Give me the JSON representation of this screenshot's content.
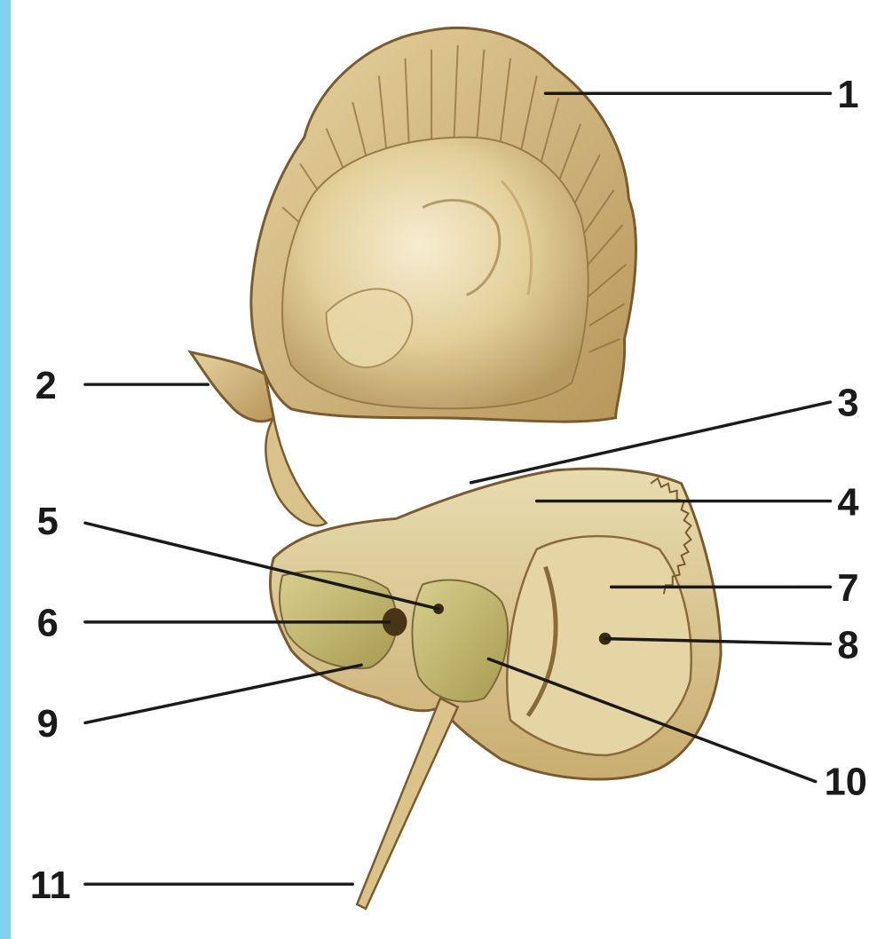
{
  "labels": {
    "l1": "1",
    "l2": "2",
    "l3": "3",
    "l4": "4",
    "l5": "5",
    "l6": "6",
    "l7": "7",
    "l8": "8",
    "l9": "9",
    "l10": "10",
    "l11": "11"
  },
  "colors": {
    "background_border": "#7fd3ef",
    "bone_base": "#d9c38a",
    "bone_light": "#f3e6c4",
    "bone_shadow": "#a88a55",
    "bone_dark": "#8a6a3a",
    "bone_green": "#b9b069",
    "leader_line": "#1a1a1a"
  }
}
